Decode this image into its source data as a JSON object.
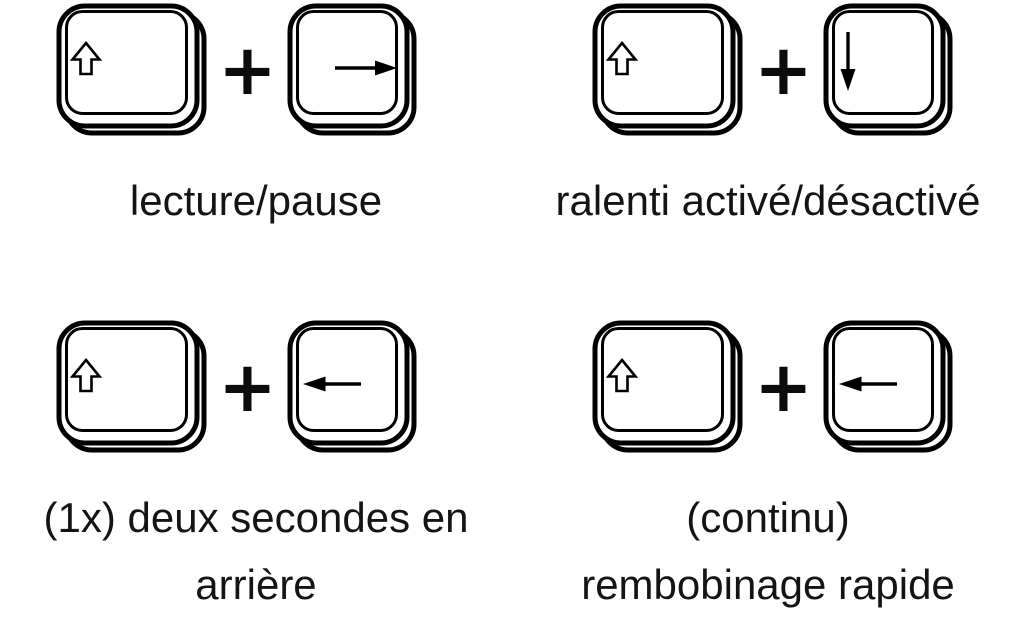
{
  "page": {
    "background_color": "#ffffff",
    "key_outline_color": "#000000",
    "text_color": "#161413"
  },
  "shortcuts": [
    {
      "id": "play-pause",
      "keys": [
        "shift-key",
        "arrow-right-key"
      ],
      "plus": "+",
      "label": "lecture/pause"
    },
    {
      "id": "slow-motion-toggle",
      "keys": [
        "shift-key",
        "arrow-down-key"
      ],
      "plus": "+",
      "label": "ralenti activé/désactivé"
    },
    {
      "id": "two-seconds-back",
      "keys": [
        "shift-key",
        "arrow-left-key"
      ],
      "plus": "+",
      "label": "(1x) deux secondes en\narrière"
    },
    {
      "id": "fast-rewind",
      "keys": [
        "shift-key",
        "arrow-left-key"
      ],
      "plus": "+",
      "label": "(continu)\nrembobinage rapide"
    }
  ]
}
